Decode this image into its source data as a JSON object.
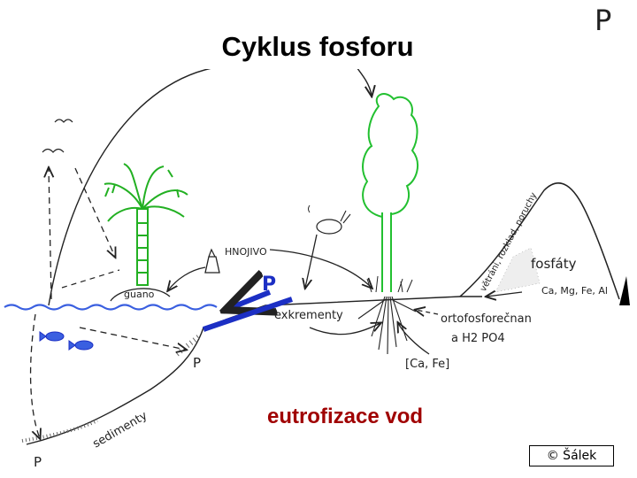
{
  "title": "Cyklus fosforu",
  "subtitle": "eutrofizace vod",
  "copyright": "© Šálek",
  "corner_label": "P",
  "labels": {
    "guano": "guano",
    "hnojivo": "HNOJIVO",
    "p_blue": "P",
    "exkrementy": "exkrementy",
    "ortofosforecnan": "ortofosforečnan",
    "a_h2po4": "a  H2 PO4",
    "ca_fe": "[Ca, Fe]",
    "fosfaty": "fosfáty",
    "ca_mg": "Ca, Mg, Fe, Al",
    "rock_text": "větrání, rozklad, poruchy",
    "p_left_low": "P",
    "p_mid": "P",
    "sedimenty": "sedimenty"
  },
  "colors": {
    "water": "#3a5fe0",
    "arrow_blue": "#1c2fc4",
    "palm_green": "#22b022",
    "tree_green": "#22c030",
    "ink": "#222222",
    "subtitle": "#a00000"
  }
}
